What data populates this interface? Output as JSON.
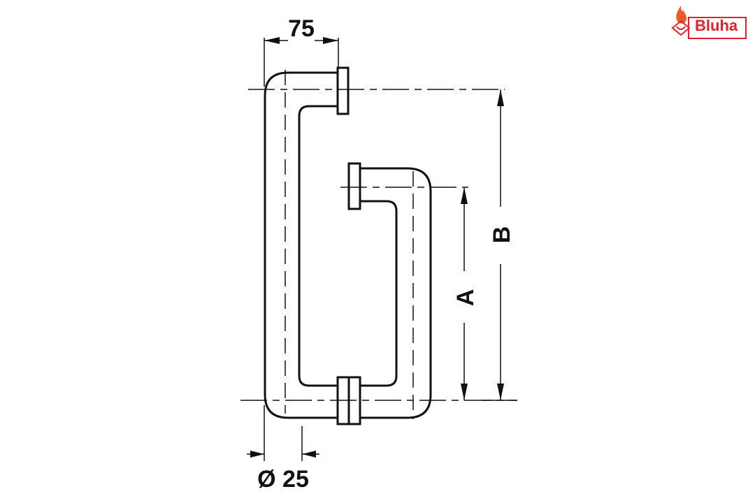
{
  "dimensions": {
    "width_label": "75",
    "diameter_label": "Ø 25",
    "height_a_label": "A",
    "height_b_label": "B"
  },
  "logo": {
    "text": "Bluha",
    "color": "#e0202a"
  }
}
